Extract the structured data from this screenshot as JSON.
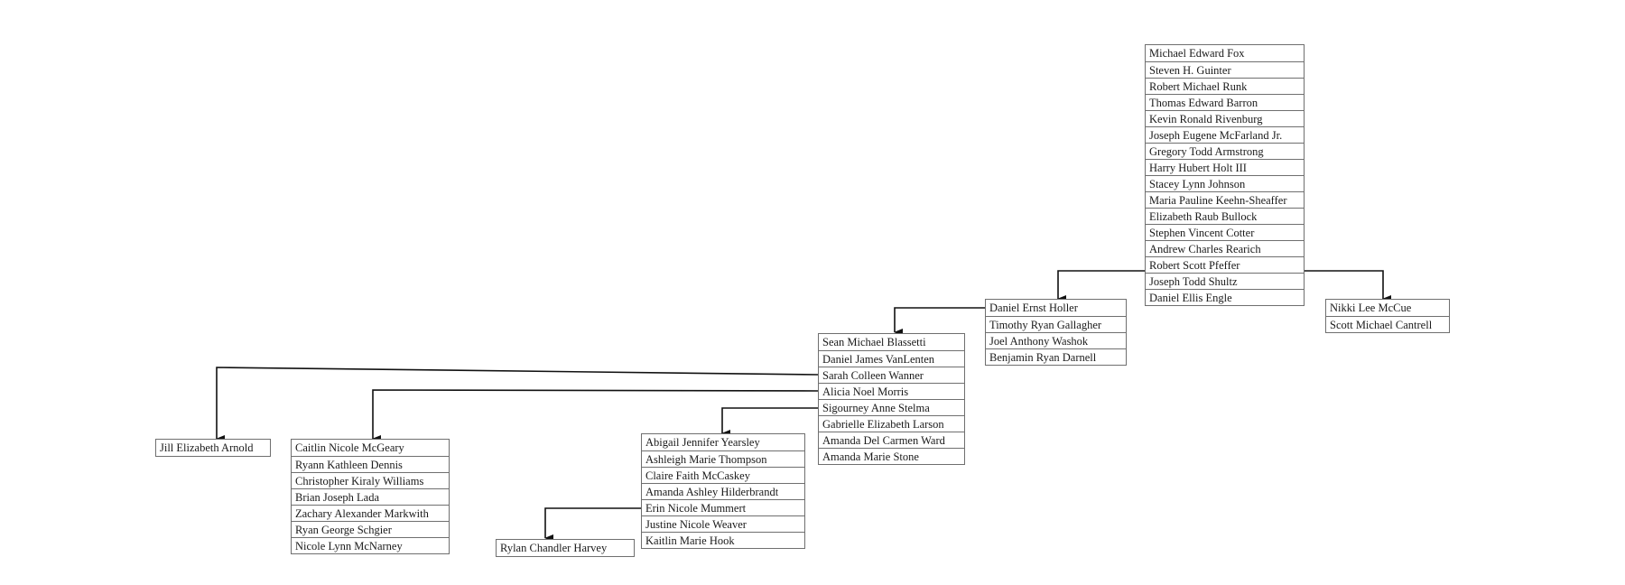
{
  "groups": {
    "g1": [
      "Michael Edward Fox",
      "Steven H. Guinter",
      "Robert Michael Runk",
      "Thomas Edward Barron",
      "Kevin Ronald Rivenburg",
      "Joseph Eugene McFarland Jr.",
      "Gregory Todd Armstrong",
      "Harry Hubert Holt III",
      "Stacey Lynn Johnson",
      "Maria Pauline Keehn-Sheaffer",
      "Elizabeth Raub Bullock",
      "Stephen Vincent Cotter",
      "Andrew Charles Rearich",
      "Robert Scott Pfeffer",
      "Joseph Todd Shultz",
      "Daniel Ellis Engle"
    ],
    "g2": [
      "Daniel Ernst Holler",
      "Timothy Ryan Gallagher",
      "Joel Anthony Washok",
      "Benjamin Ryan Darnell"
    ],
    "g3": [
      "Nikki Lee McCue",
      "Scott Michael Cantrell"
    ],
    "g4": [
      "Sean Michael Blassetti",
      "Daniel James VanLenten",
      "Sarah Colleen Wanner",
      "Alicia Noel Morris",
      "Sigourney Anne Stelma",
      "Gabrielle Elizabeth Larson",
      "Amanda Del Carmen Ward",
      "Amanda Marie Stone"
    ],
    "g5": [
      "Jill Elizabeth Arnold"
    ],
    "g6": [
      "Caitlin Nicole McGeary",
      "Ryann Kathleen Dennis",
      "Christopher Kiraly Williams",
      "Brian Joseph Lada",
      "Zachary Alexander Markwith",
      "Ryan George Schgier",
      "Nicole Lynn McNarney"
    ],
    "g7": [
      "Abigail Jennifer Yearsley",
      "Ashleigh Marie Thompson",
      "Claire Faith McCaskey",
      "Amanda Ashley Hilderbrandt",
      "Erin Nicole Mummert",
      "Justine Nicole Weaver",
      "Kaitlin  Marie Hook"
    ],
    "g8": [
      "Rylan Chandler Harvey"
    ]
  },
  "colors": {
    "line": "#111111",
    "border": "#6f6f6f",
    "text": "#1a1a1a"
  }
}
